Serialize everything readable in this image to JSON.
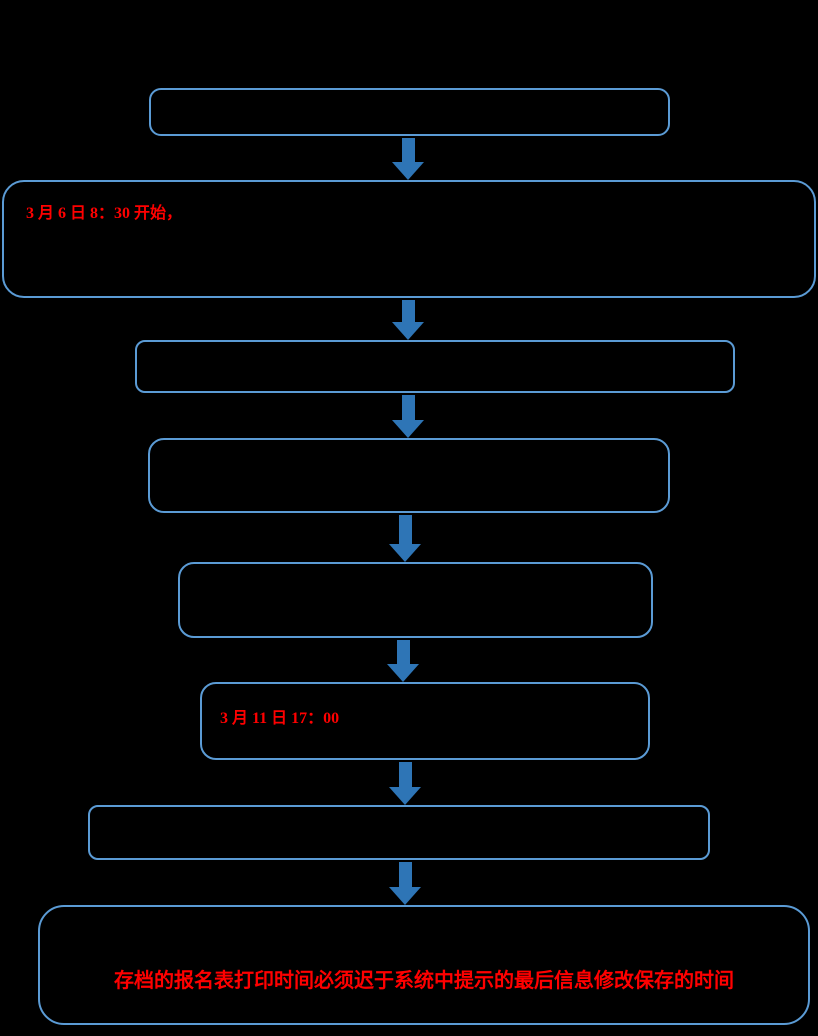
{
  "colors": {
    "background": "#000000",
    "box_border": "#5B9BD5",
    "arrow": "#2E75B6",
    "highlight_text": "#FF0000"
  },
  "flowchart": {
    "boxes": [
      {
        "name": "step-1",
        "text": ""
      },
      {
        "name": "step-2",
        "text": "3 月 6 日 8：30 开始，"
      },
      {
        "name": "step-3",
        "text": ""
      },
      {
        "name": "step-4",
        "text": ""
      },
      {
        "name": "step-5",
        "text": ""
      },
      {
        "name": "step-6",
        "text": "3 月 11 日 17：00"
      },
      {
        "name": "step-7",
        "text": ""
      },
      {
        "name": "step-8",
        "text": "存档的报名表打印时间必须迟于系统中提示的最后信息修改保存的时间"
      }
    ]
  }
}
